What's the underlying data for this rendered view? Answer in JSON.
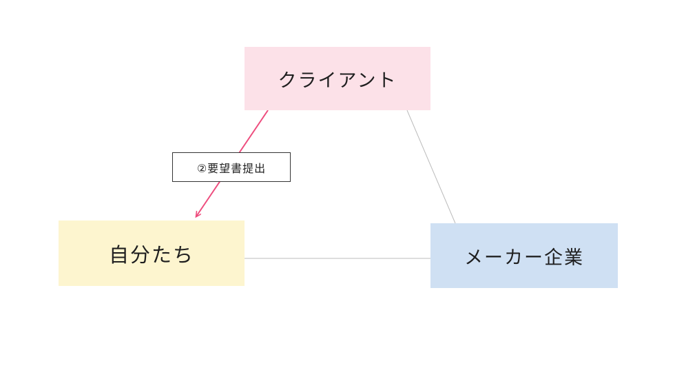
{
  "diagram": {
    "title": "three-party relationship diagram",
    "nodes": {
      "client": {
        "label": "クライアント",
        "color": "#fce1e8"
      },
      "ourselves": {
        "label": "自分たち",
        "color": "#fdf5cf"
      },
      "maker": {
        "label": "メーカー企業",
        "color": "#cfe0f3"
      }
    },
    "edges": {
      "request": {
        "label": "②要望書提出",
        "from": "client",
        "to": "ourselves",
        "arrow_color": "#ee4d7e"
      },
      "client_maker": {
        "from": "client",
        "to": "maker",
        "line_color": "#bbbbbb"
      },
      "ourselves_maker": {
        "from": "ourselves",
        "to": "maker",
        "line_color": "#bbbbbb"
      }
    }
  }
}
